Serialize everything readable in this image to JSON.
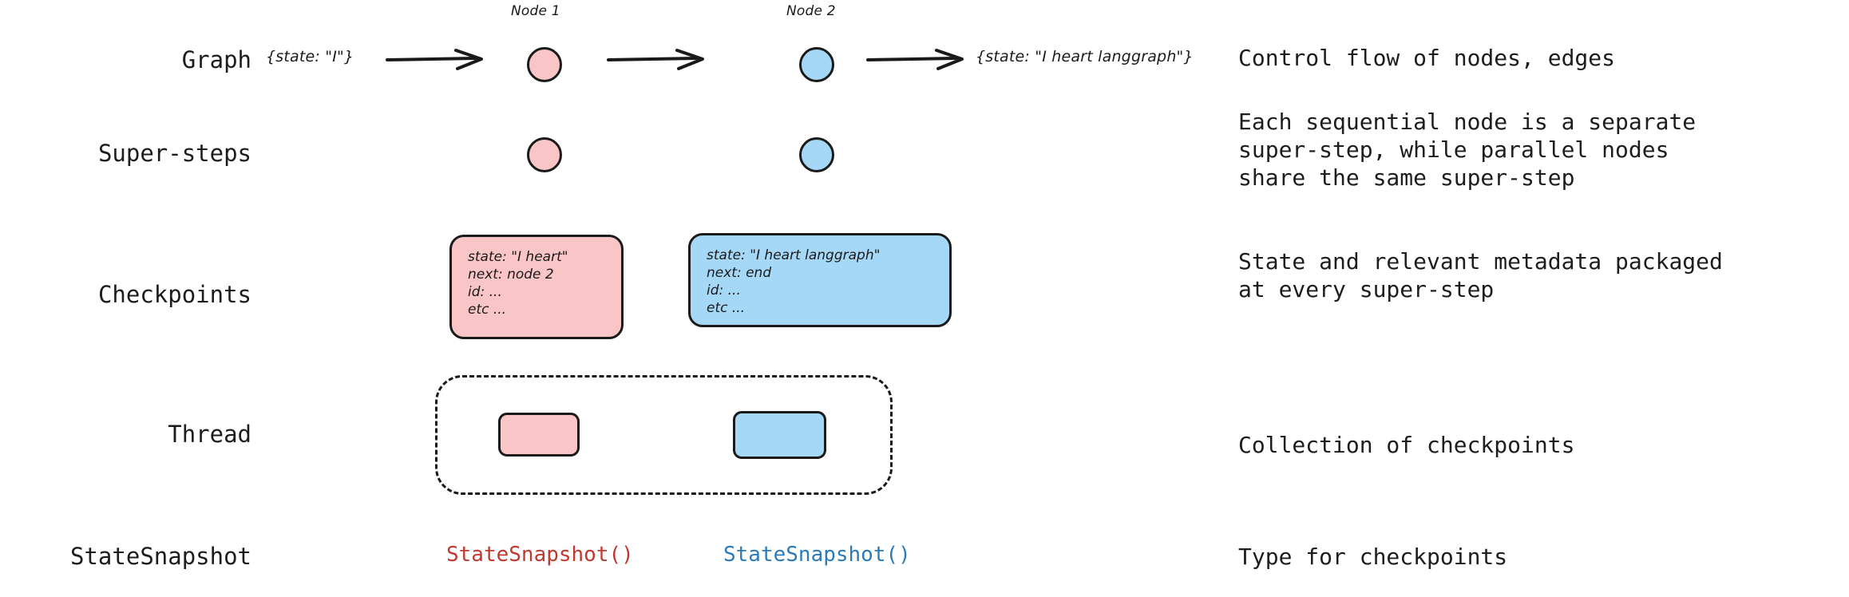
{
  "colors": {
    "pink_fill": "#fac5c6",
    "blue_fill": "#a5d8f7",
    "stroke": "#1a1a1a",
    "text": "#1d1d1d",
    "snapshot_red": "#c0392f",
    "snapshot_blue": "#2b7bba",
    "background": "#ffffff"
  },
  "rows": {
    "graph": {
      "label": "Graph",
      "description": "Control flow of nodes, edges",
      "state_in": "{state: \"I\"}",
      "state_out": "{state: \"I heart langgraph\"}",
      "node1_caption": "Node 1",
      "node2_caption": "Node 2",
      "node1_color": "pink",
      "node2_color": "blue",
      "arrow_count": 3
    },
    "super_steps": {
      "label": "Super-steps",
      "description": "Each sequential node is a separate\nsuper-step, while parallel nodes\nshare the same super-step",
      "node1_color": "pink",
      "node2_color": "blue"
    },
    "checkpoints": {
      "label": "Checkpoints",
      "description": "State and relevant metadata packaged\nat every super-step",
      "boxes": [
        {
          "color": "pink",
          "lines": [
            "state: \"I heart\"",
            "next: node 2",
            "id: ...",
            "etc ..."
          ]
        },
        {
          "color": "blue",
          "lines": [
            "state: \"I heart langgraph\"",
            "next: end",
            "id: ...",
            "etc ..."
          ]
        }
      ]
    },
    "thread": {
      "label": "Thread",
      "description": "Collection of checkpoints",
      "chips": [
        {
          "color": "pink"
        },
        {
          "color": "blue"
        }
      ]
    },
    "state_snapshot": {
      "label": "StateSnapshot",
      "description": "Type for checkpoints",
      "items": [
        {
          "text": "StateSnapshot()",
          "color": "red"
        },
        {
          "text": "StateSnapshot()",
          "color": "blue"
        }
      ]
    }
  }
}
